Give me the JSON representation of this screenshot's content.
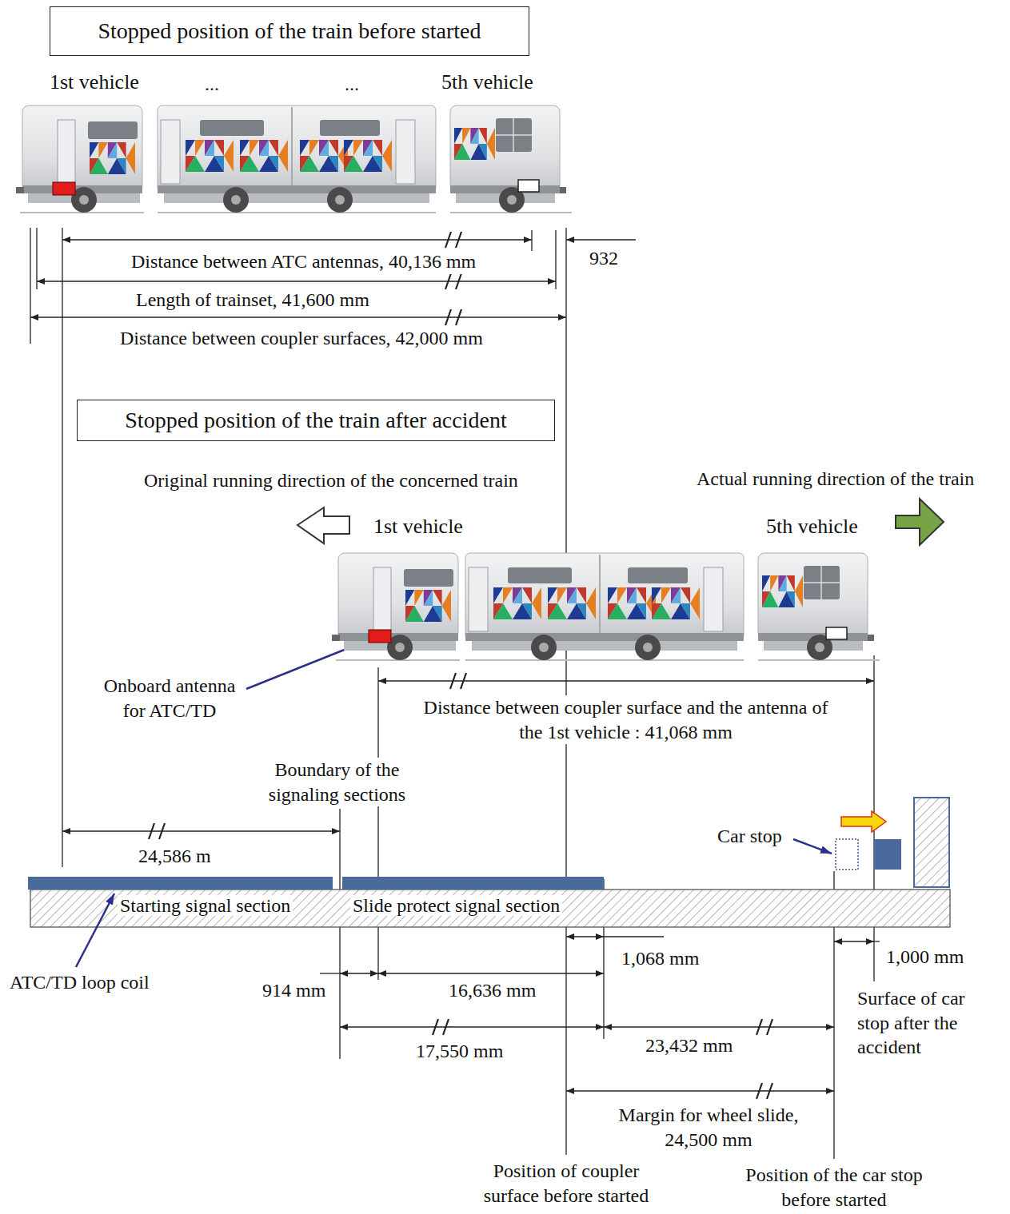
{
  "diagram": {
    "nodes": [
      {
        "text": [
          "Stopped position of the train before started"
        ]
      },
      {
        "text": [
          "Stopped position of the train after accident"
        ]
      },
      {
        "text": [
          "Starting signal section"
        ]
      },
      {
        "text": [
          "Slide protect signal section"
        ]
      }
    ],
    "labels": [
      "1st vehicle",
      "...",
      "...",
      "5th vehicle",
      "Distance between ATC antennas, 40,136 mm",
      "932",
      "Length of trainset, 41,600 mm",
      "Distance between coupler surfaces, 42,000 mm",
      "Original running direction of the concerned train",
      "Actual running direction of the train",
      "1st vehicle",
      "5th vehicle",
      "Onboard antenna for ATC/TD",
      "Distance between coupler surface and the antenna of the 1st vehicle : 41,068 mm",
      "Boundary of the signaling sections",
      "Car stop",
      "24,586 m",
      "ATC/TD loop coil",
      "1,068 mm",
      "1,000 mm",
      "914 mm",
      "16,636 mm",
      "Surface of car stop after the accident",
      "17,550 mm",
      "23,432 mm",
      "Margin for wheel slide, 24,500 mm",
      "Position of coupler surface before started",
      "Position of the car stop before started"
    ]
  }
}
